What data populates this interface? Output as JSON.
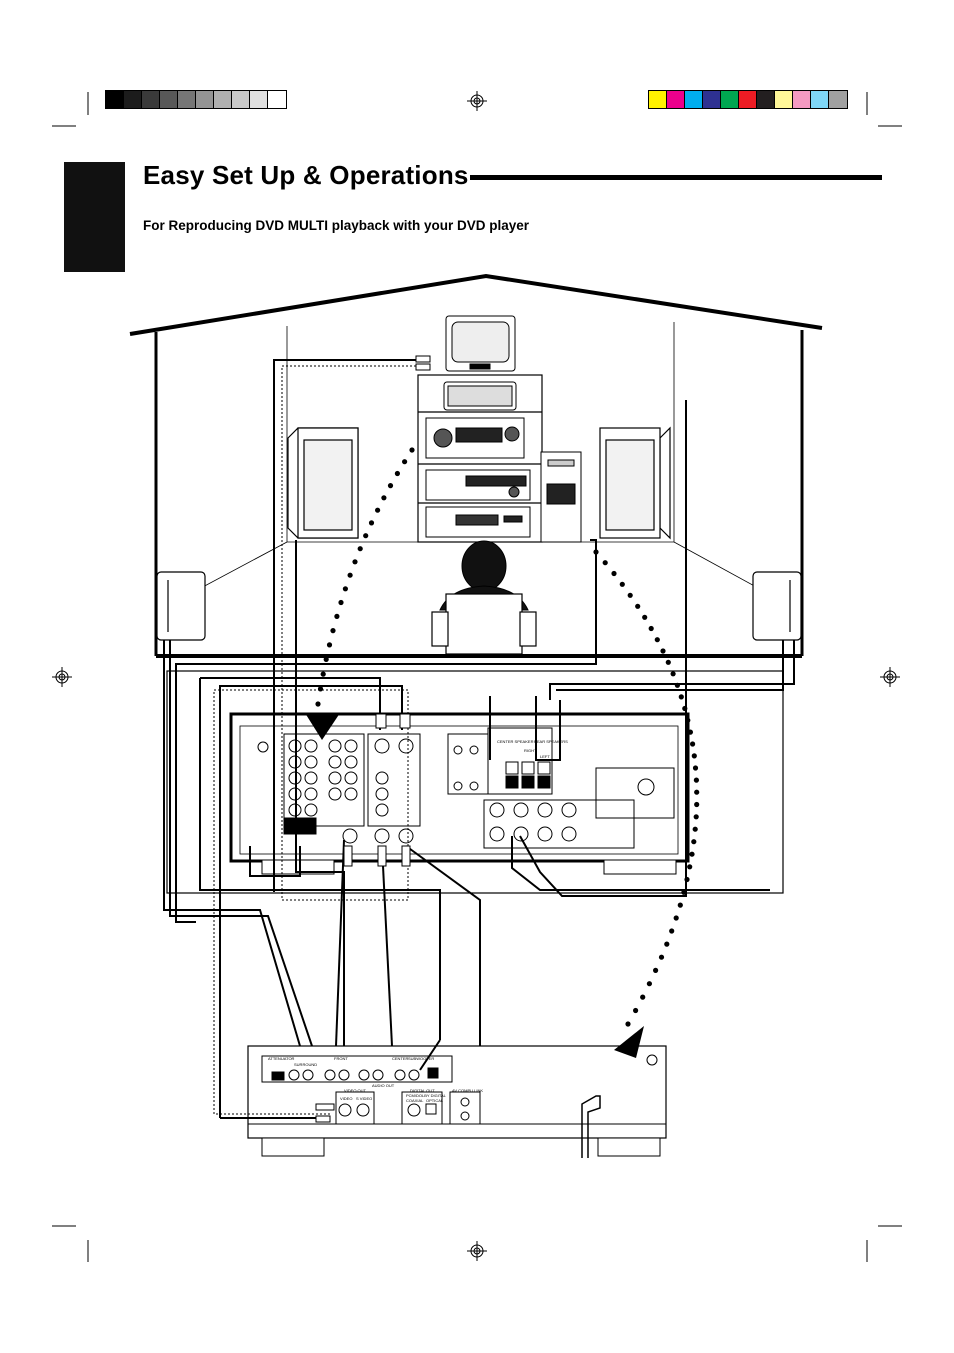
{
  "page": {
    "title": "Easy Set Up & Operations",
    "subtitle": "For Reproducing DVD MULTI playback with your DVD player"
  },
  "swatches": {
    "gray": [
      "#000000",
      "#1c1c1c",
      "#3a3a3a",
      "#585858",
      "#767676",
      "#949494",
      "#b0b0b0",
      "#c8c8c8",
      "#e0e0e0",
      "#ffffff"
    ],
    "color": [
      "#fff200",
      "#ec008c",
      "#00aeef",
      "#2e3192",
      "#00a651",
      "#ed1c24",
      "#231f20",
      "#fff799",
      "#f49ac2",
      "#7fd7f7",
      "#a0a0a0"
    ]
  },
  "colors": {
    "ink": "#000000",
    "paper": "#ffffff"
  },
  "receiver_labels": {
    "center_speaker": "CENTER SPEAKER",
    "rear_speakers": "REAR SPEAKERS",
    "right": "RIGHT",
    "left": "LEFT"
  },
  "dvd_labels": {
    "attenuator": "ATTENUATOR",
    "front": "FRONT",
    "surround": "SURROUND",
    "center": "CENTER",
    "subwoofer": "SUBWOOFER",
    "video_out": "VIDEO OUT",
    "video": "VIDEO",
    "s_video": "S VIDEO",
    "digital_out": "DIGITAL OUT",
    "pcm_stream": "PCM/DOLBY DIGITAL",
    "coaxial": "COAXIAL",
    "optical": "OPTICAL",
    "av_compu_link": "AV COMPU LINK",
    "audio_out": "AUDIO OUT"
  }
}
